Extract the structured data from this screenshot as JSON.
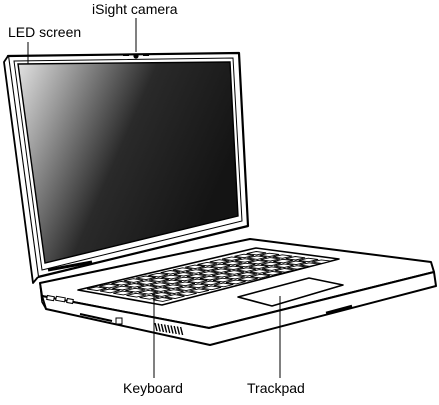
{
  "labels": {
    "camera": "iSight camera",
    "screen": "LED screen",
    "keyboard": "Keyboard",
    "trackpad": "Trackpad"
  },
  "colors": {
    "outline": "#000000",
    "body": "#ffffff",
    "screen_dark": "#1a1a1a",
    "screen_light": "#d8d8d8"
  },
  "icons": [
    "laptop-illustration"
  ]
}
